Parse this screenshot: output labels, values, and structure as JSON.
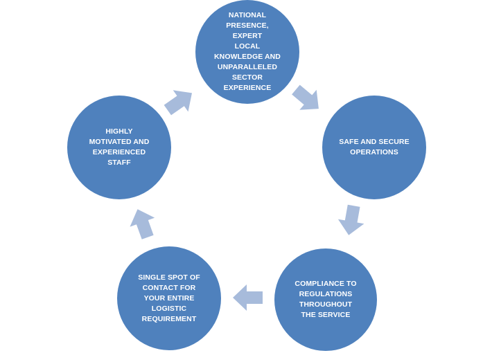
{
  "diagram": {
    "colors": {
      "node_fill": "#4F81BD",
      "node_text": "#FFFFFF",
      "arrow_fill": "#A7BBDB"
    },
    "nodes": [
      {
        "id": "national-presence",
        "label": "NATIONAL\nPRESENCE, EXPERT\nLOCAL\nKNOWLEDGE AND\nUNPARALLELED\nSECTOR\nEXPERIENCE"
      },
      {
        "id": "safe-secure",
        "label": "SAFE AND SECURE\nOPERATIONS"
      },
      {
        "id": "compliance",
        "label": "COMPLIANCE TO\nREGULATIONS\nTHROUGHOUT\nTHE SERVICE"
      },
      {
        "id": "single-spot",
        "label": "SINGLE SPOT OF\nCONTACT FOR\nYOUR ENTIRE\nLOGISTIC\nREQUIREMENT"
      },
      {
        "id": "highly-motivated",
        "label": "HIGHLY\nMOTIVATED AND\nEXPERIENCED\nSTAFF"
      }
    ],
    "arrows": [
      {
        "from": "national-presence",
        "to": "safe-secure",
        "icon": "arrow-right-down-icon"
      },
      {
        "from": "safe-secure",
        "to": "compliance",
        "icon": "arrow-down-icon"
      },
      {
        "from": "compliance",
        "to": "single-spot",
        "icon": "arrow-left-icon"
      },
      {
        "from": "single-spot",
        "to": "highly-motivated",
        "icon": "arrow-up-icon"
      },
      {
        "from": "highly-motivated",
        "to": "national-presence",
        "icon": "arrow-up-right-icon"
      }
    ]
  }
}
